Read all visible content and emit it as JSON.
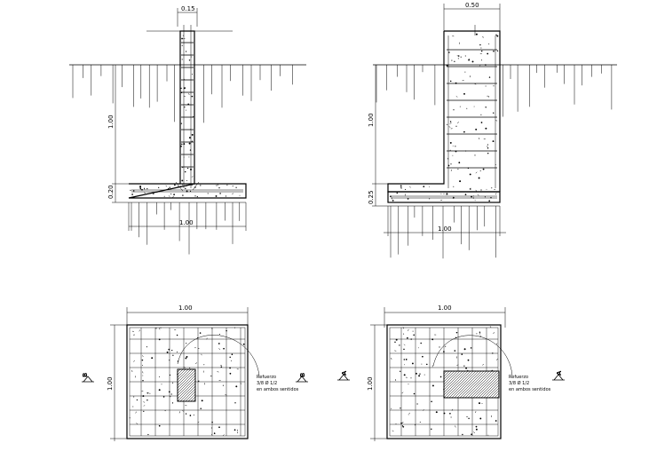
{
  "sections": [
    {
      "id": "B-B",
      "wall_width_label": "0.15",
      "wall_height_label": "1.00",
      "footing_thickness_label": "0.20",
      "footing_width_label": "1.00"
    },
    {
      "id": "A-A",
      "wall_width_label": "0.50",
      "wall_height_label": "1.00",
      "footing_thickness_label": "0.25",
      "footing_width_label": "1.00"
    }
  ],
  "plans": [
    {
      "id": "plan-b",
      "width_label": "1.00",
      "height_label": "1.00",
      "cut_marker": "B",
      "note_lines": [
        "Refuerzo",
        "3/8 Ø 1/2",
        "en ambos sentidos"
      ]
    },
    {
      "id": "plan-a",
      "width_label": "1.00",
      "height_label": "1.00",
      "cut_marker": "A",
      "note_lines": [
        "Refuerzo",
        "3/8 Ø 1/2",
        "en ambos sentidos"
      ]
    }
  ]
}
